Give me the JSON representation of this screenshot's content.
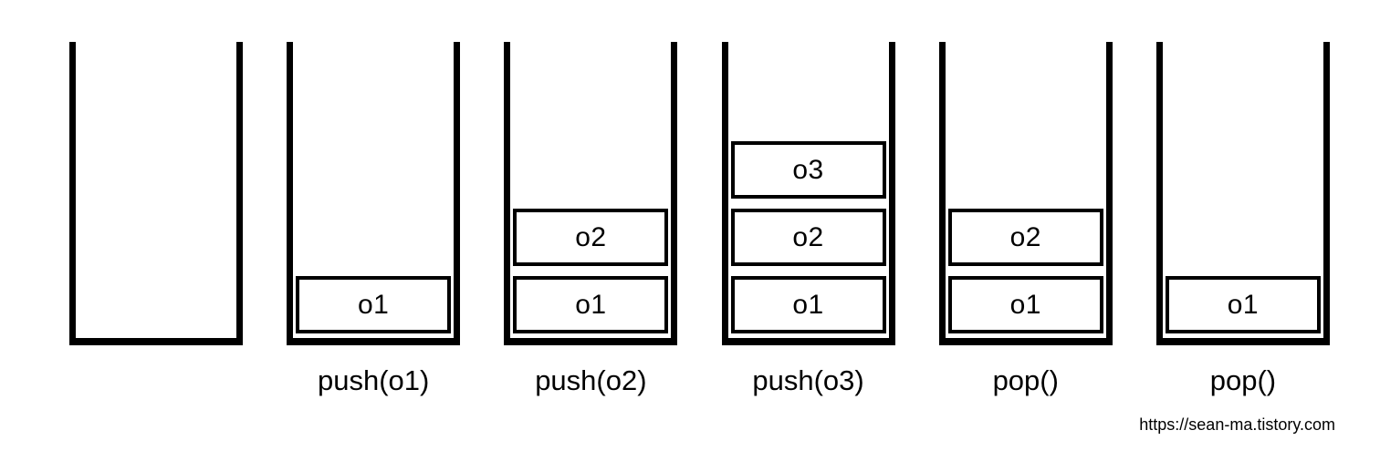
{
  "diagram": {
    "title_semantic": "stack push/pop operation sequence",
    "colors": {
      "line": "#000000",
      "background": "#ffffff"
    },
    "stacks": [
      {
        "label": "",
        "items": []
      },
      {
        "label": "push(o1)",
        "items": [
          "o1"
        ]
      },
      {
        "label": "push(o2)",
        "items": [
          "o1",
          "o2"
        ]
      },
      {
        "label": "push(o3)",
        "items": [
          "o1",
          "o2",
          "o3"
        ]
      },
      {
        "label": "pop()",
        "items": [
          "o1",
          "o2"
        ]
      },
      {
        "label": "pop()",
        "items": [
          "o1"
        ]
      }
    ],
    "watermark": "https://sean-ma.tistory.com"
  }
}
